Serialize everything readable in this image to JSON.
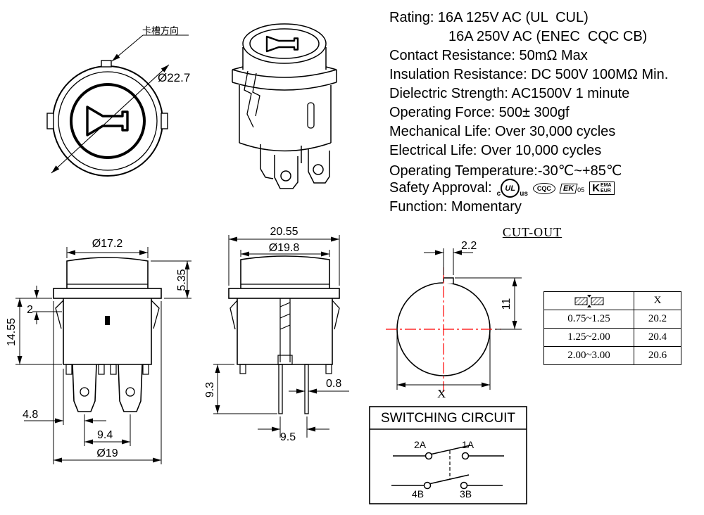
{
  "front_view": {
    "slot_label": "卡槽方向",
    "dim_diameter": "Ø22.7"
  },
  "specs": {
    "rating_1": "Rating: 16A 125V AC (UL  CUL)",
    "rating_2": "16A 250V AC (ENEC  CQC CB)",
    "contact_resistance": "Contact Resistance: 50mΩ Max",
    "insulation_resistance": "Insulation Resistance: DC 500V 100MΩ Min.",
    "dielectric_strength": "Dielectric Strength: AC1500V 1 minute",
    "operating_force": "Operating Force: 500± 300gf",
    "mechanical_life": "Mechanical Life: Over 30,000 cycles",
    "electrical_life": "Electrical Life: Over 10,000 cycles",
    "operating_temperature": "Operating Temperature:-30℃~+85℃",
    "safety_approval_label": "Safety Approval:",
    "function": "Function: Momentary"
  },
  "approvals": {
    "ul_c": "c",
    "ul": "UL",
    "ul_us": "us",
    "cqc": "CQC",
    "enec": "EK",
    "enec_num": "05",
    "kema_k": "K",
    "kema_top": "EMA",
    "kema_bottom": "EUR"
  },
  "left_view_dims": {
    "cap_diameter": "Ø17.2",
    "cap_height": "5.35",
    "step": "2",
    "body_height": "14.55",
    "pin_offset": "4.8",
    "pin_pitch": "9.4",
    "flange_diameter": "Ø19"
  },
  "middle_view_dims": {
    "overall_width": "20.55",
    "cap_diameter": "Ø19.8",
    "pin_length": "9.3",
    "pin_thickness": "0.8",
    "pin_pitch": "9.5"
  },
  "cutout": {
    "title": "CUT-OUT",
    "notch_width": "2.2",
    "notch_offset": "11",
    "diameter_label": "X",
    "table": {
      "col2_header": "X",
      "rows": [
        {
          "thickness": "0.75~1.25",
          "x": "20.2"
        },
        {
          "thickness": "1.25~2.00",
          "x": "20.4"
        },
        {
          "thickness": "2.00~3.00",
          "x": "20.6"
        }
      ]
    }
  },
  "circuit": {
    "title": "SWITCHING CIRCUIT",
    "t_top_left": "2A",
    "t_top_right": "1A",
    "t_bottom_left": "4B",
    "t_bottom_right": "3B"
  },
  "colors": {
    "line": "#000000",
    "centerline": "#ff0000"
  }
}
